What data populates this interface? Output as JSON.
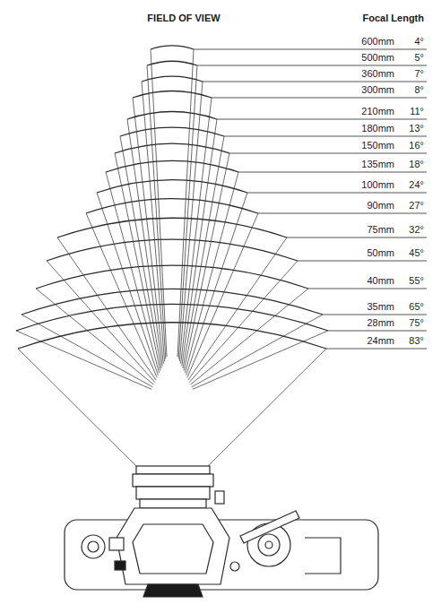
{
  "diagram": {
    "title": "FIELD OF VIEW",
    "labels": [
      "Focal Length",
      "600mm",
      "4°",
      "500mm",
      "5°",
      "360mm",
      "7°",
      "300mm",
      "8°",
      "210mm",
      "11°",
      "180mm",
      "13°",
      "150mm",
      "16°",
      "135mm",
      "18°",
      "100mm",
      "24°",
      "90mm",
      "27°",
      "75mm",
      "32°",
      "50mm",
      "45°",
      "40mm",
      "55°",
      "35mm",
      "65°",
      "28mm",
      "75°",
      "24mm",
      "83°"
    ]
  }
}
